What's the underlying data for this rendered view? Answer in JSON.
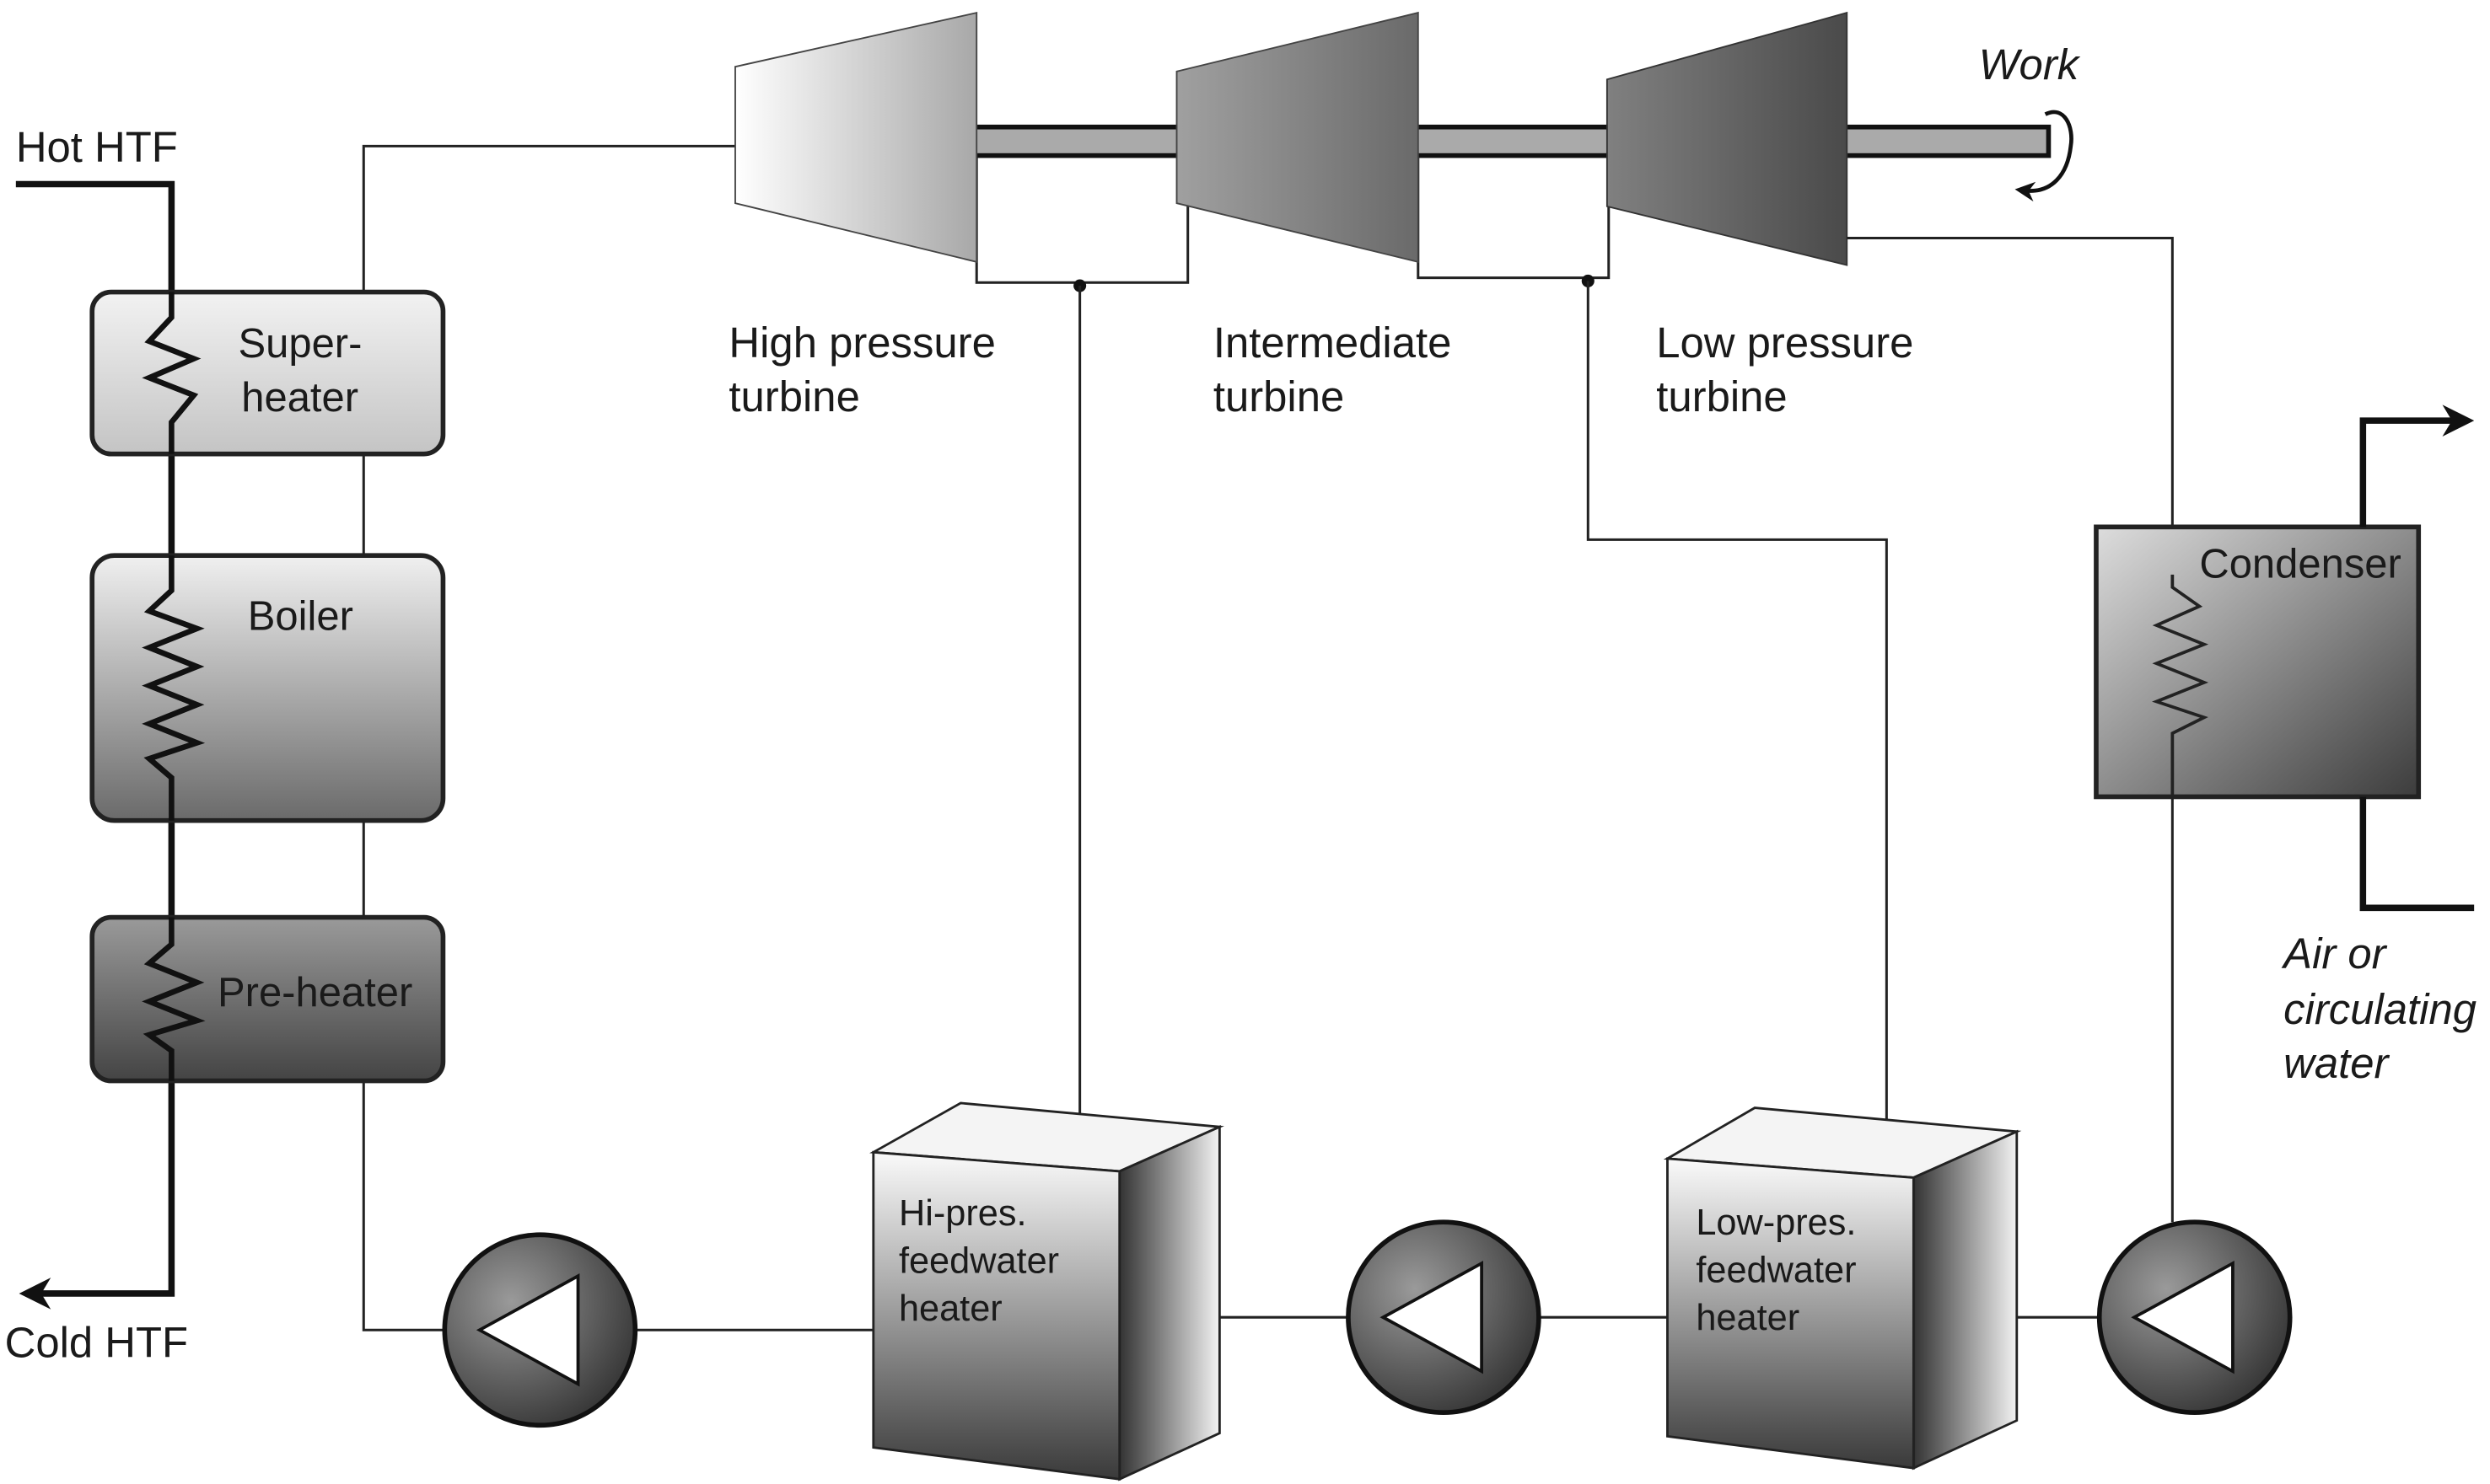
{
  "inputs": {
    "hot": "Hot HTF",
    "cold": "Cold HTF"
  },
  "heat_exchangers": {
    "superheater": [
      "Super-",
      "heater"
    ],
    "boiler": "Boiler",
    "preheater": "Pre-heater"
  },
  "turbines": {
    "high": [
      "High pressure",
      "turbine"
    ],
    "intermediate": [
      "Intermediate",
      "turbine"
    ],
    "low": [
      "Low pressure",
      "turbine"
    ]
  },
  "work": "Work",
  "condenser": {
    "label": "Condenser",
    "coolant": [
      "Air or",
      "circulating",
      "water"
    ]
  },
  "feedwater_heaters": {
    "high": [
      "Hi-pres.",
      "feedwater",
      "heater"
    ],
    "low": [
      "Low-pres.",
      "feedwater",
      "heater"
    ]
  },
  "colors": {
    "line": "#222222",
    "shaft": "#aaaaaa"
  }
}
